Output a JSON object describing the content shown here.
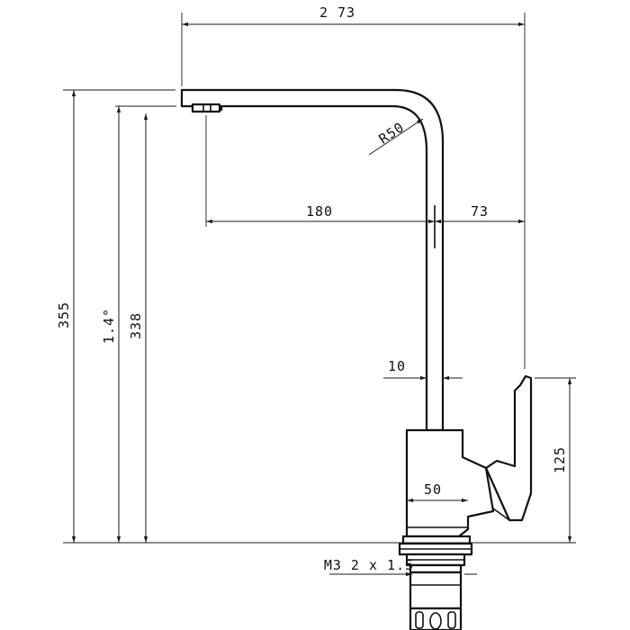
{
  "dimensions": {
    "overall_width": "2 73",
    "overall_height": "355",
    "spout_height": "338",
    "tilt": "1.4°",
    "radius": "R50",
    "reach": "180",
    "offset": "73",
    "tube_width": "10",
    "handle_height": "125",
    "body_width": "50",
    "thread": "M3 2 x 1.5"
  }
}
